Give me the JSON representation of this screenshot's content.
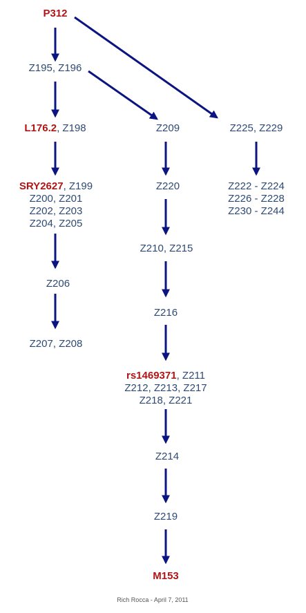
{
  "colors": {
    "arrow": "#0b1480",
    "text": "#2e4a73",
    "highlight": "#b01515"
  },
  "nodes": {
    "p312": {
      "hl": "P312",
      "rest": ""
    },
    "z195": {
      "lines": [
        "Z195, Z196"
      ]
    },
    "l176": {
      "hl": "L176.2",
      "rest": ", Z198"
    },
    "z209": {
      "lines": [
        "Z209"
      ]
    },
    "z225": {
      "lines": [
        "Z225, Z229"
      ]
    },
    "sry2627": {
      "hl": "SRY2627",
      "rest": ", Z199",
      "lines": [
        "Z200, Z201",
        "Z202, Z203",
        "Z204, Z205"
      ]
    },
    "z220": {
      "lines": [
        "Z220"
      ]
    },
    "z222": {
      "lines": [
        "Z222 - Z224",
        "Z226 - Z228",
        "Z230 - Z244"
      ]
    },
    "z210": {
      "lines": [
        "Z210, Z215"
      ]
    },
    "z206": {
      "lines": [
        "Z206"
      ]
    },
    "z216": {
      "lines": [
        "Z216"
      ]
    },
    "z207": {
      "lines": [
        "Z207, Z208"
      ]
    },
    "rs1469371": {
      "hl": "rs1469371",
      "rest": ", Z211",
      "lines": [
        "Z212, Z213, Z217",
        "Z218, Z221"
      ]
    },
    "z214": {
      "lines": [
        "Z214"
      ]
    },
    "z219": {
      "lines": [
        "Z219"
      ]
    },
    "m153": {
      "hl": "M153",
      "rest": ""
    }
  },
  "credit": "Rich Rocca - April 7, 2011"
}
